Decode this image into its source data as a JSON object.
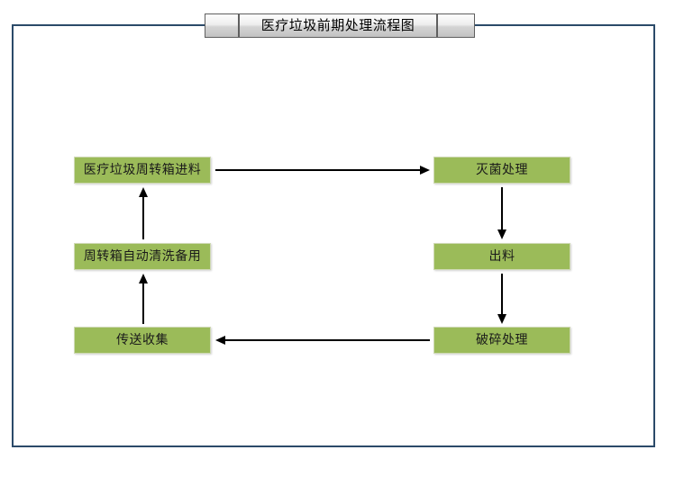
{
  "diagram": {
    "title": "医疗垃圾前期处理流程图",
    "accent_color": "#9bbb59",
    "frame_color": "#2b4a69",
    "arrow_color": "#000000",
    "nodes": [
      {
        "id": "feed",
        "label": "医疗垃圾周转箱进料",
        "column": "left",
        "row": 1
      },
      {
        "id": "wash",
        "label": "周转箱自动清洗备用",
        "column": "left",
        "row": 2
      },
      {
        "id": "collect",
        "label": "传送收集",
        "column": "left",
        "row": 3
      },
      {
        "id": "sterile",
        "label": "灭菌处理",
        "column": "right",
        "row": 1
      },
      {
        "id": "output",
        "label": "出料",
        "column": "right",
        "row": 2
      },
      {
        "id": "crush",
        "label": "破碎处理",
        "column": "right",
        "row": 3
      }
    ],
    "arrows": [
      {
        "id": "feed-to-sterile",
        "from": "feed",
        "to": "sterile",
        "direction": "right"
      },
      {
        "id": "sterile-to-output",
        "from": "sterile",
        "to": "output",
        "direction": "down"
      },
      {
        "id": "output-to-crush",
        "from": "output",
        "to": "crush",
        "direction": "down"
      },
      {
        "id": "crush-to-collect",
        "from": "crush",
        "to": "collect",
        "direction": "left"
      },
      {
        "id": "collect-to-wash",
        "from": "collect",
        "to": "wash",
        "direction": "up"
      },
      {
        "id": "wash-to-feed",
        "from": "wash",
        "to": "feed",
        "direction": "up"
      }
    ]
  }
}
